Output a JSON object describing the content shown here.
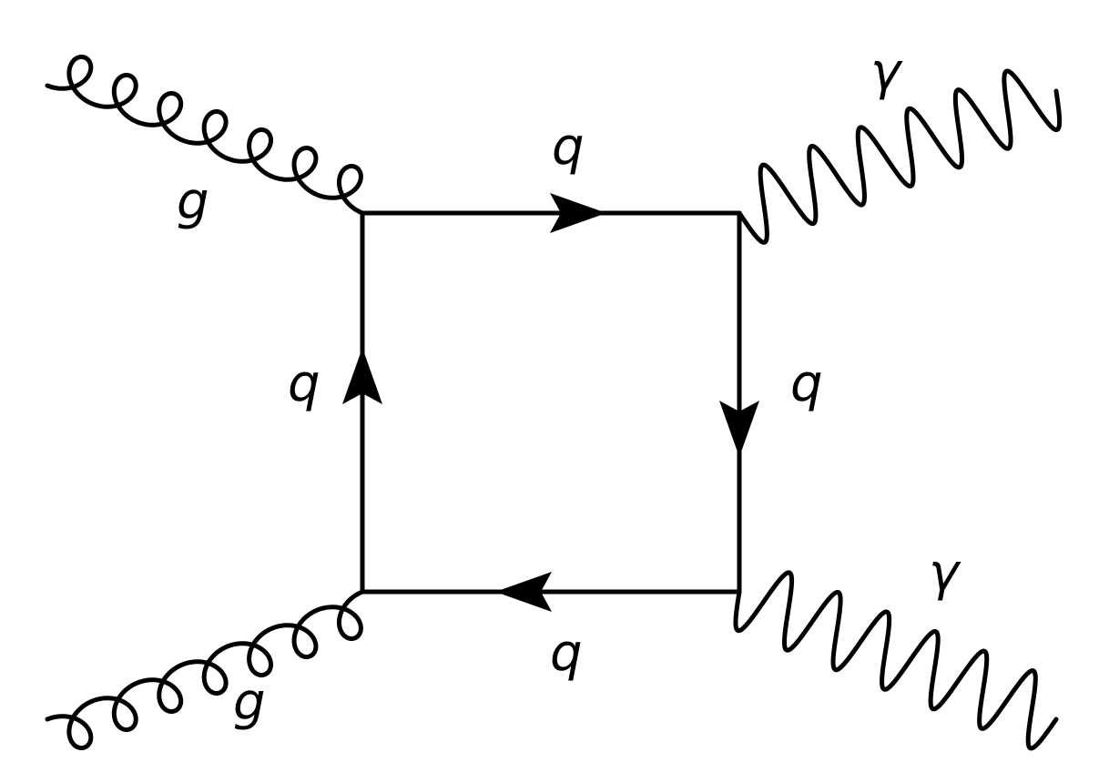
{
  "diagram": {
    "particles": {
      "gluon_in_top": "g",
      "gluon_in_bottom": "g",
      "photon_out_top": "γ",
      "photon_out_bottom": "γ",
      "quark_top": "q",
      "quark_left": "q",
      "quark_right": "q",
      "quark_bottom": "q"
    },
    "colors": {
      "ink": "#000000",
      "background": "#ffffff"
    }
  }
}
